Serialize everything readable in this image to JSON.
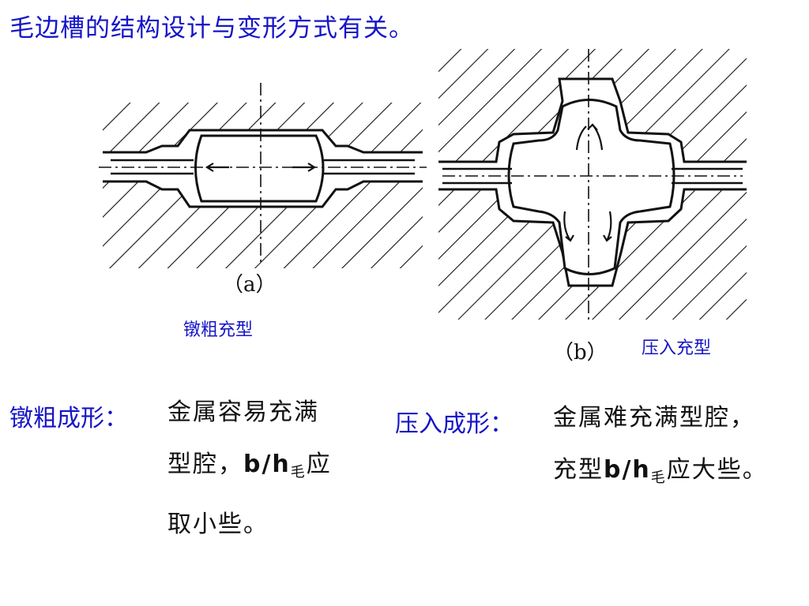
{
  "title": "毛边槽的结构设计与变形方式有关。",
  "figure_a": {
    "caption": "（a）",
    "note": "镦粗充型"
  },
  "figure_b": {
    "caption": "（b）",
    "note": "压入充型"
  },
  "left_text": {
    "heading": "镦粗成形：",
    "line1": "金属容易充满",
    "line2_pre": "型腔，",
    "ratio": "b/h",
    "subscript": "毛",
    "line2_post": "应",
    "line3": "取小些。"
  },
  "right_text": {
    "heading": "压入成形：",
    "line1": "金属难充满型腔，",
    "line2_pre": "充型",
    "ratio": "b/h",
    "subscript": "毛",
    "line2_post": "应大些。"
  },
  "colors": {
    "accent": "#1515c8",
    "ink": "#111111"
  }
}
